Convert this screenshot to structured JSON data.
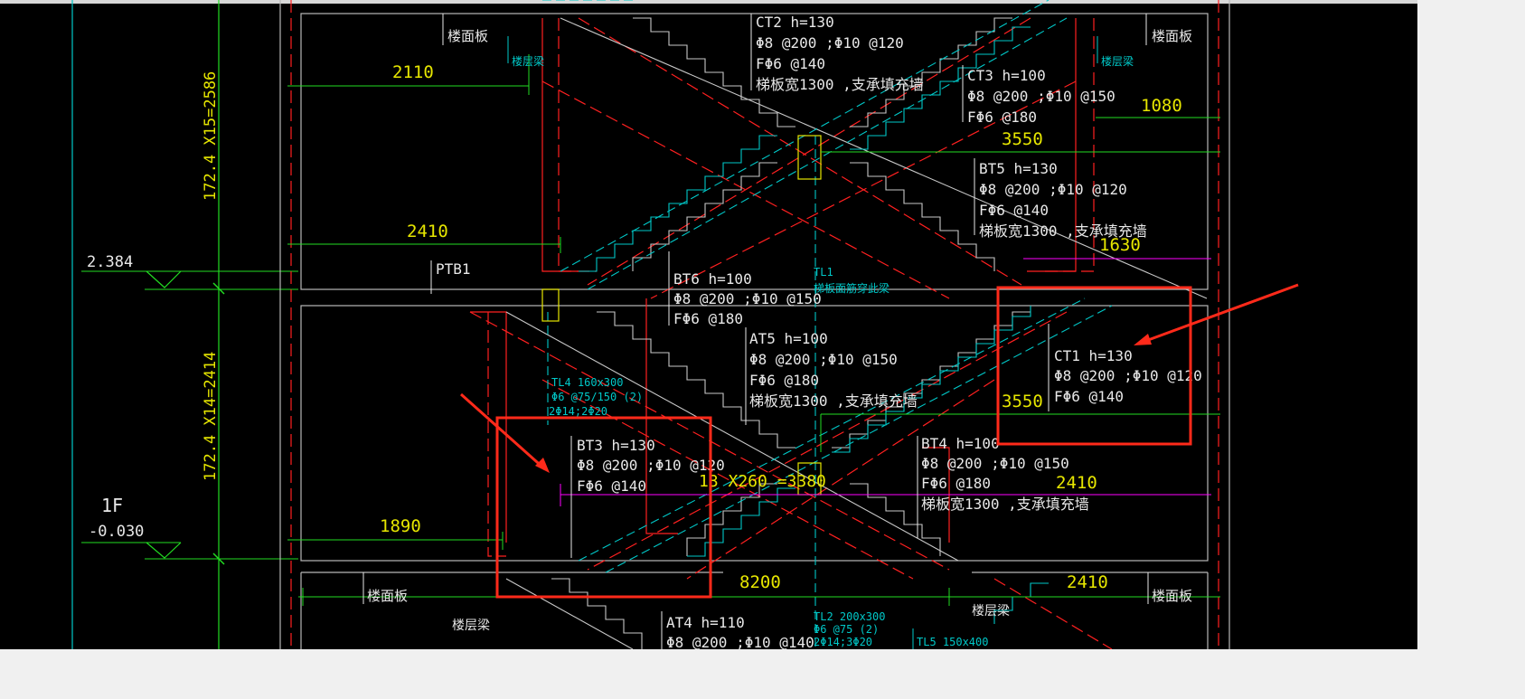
{
  "levels": {
    "upper_elev": "2.384",
    "floor_label": "1F",
    "floor_elev": "-0.030",
    "dim_upper": "172.4 X15=2586",
    "dim_lower": "172.4 X14=2414"
  },
  "dims": {
    "d2110": "2110",
    "d2410_left": "2410",
    "d1890": "1890",
    "d1080": "1080",
    "d3550_top": "3550",
    "d1630": "1630",
    "d3550_mid": "3550",
    "d2410_mid": "2410",
    "d8200": "8200",
    "d2410_bottom": "2410",
    "steps": "13 X260 =3380"
  },
  "labels": {
    "floor_slab": "楼面板",
    "floor_beam": "楼层梁",
    "ptb1": "PTB1",
    "tl1": [
      "TL1",
      "梯板面筋穿此梁"
    ],
    "tl4": [
      "TL4  160x300",
      "Φ6 @75/150 (2)",
      "2Φ14;2Φ20"
    ],
    "tl2": [
      "TL2  200x300",
      "Φ6 @75 (2)",
      "2Φ14;3Φ20"
    ],
    "tl5": "TL5  150x400"
  },
  "notes": {
    "ct2": [
      "CT2   h=130",
      "Φ8 @200 ;Φ10 @120",
      "FΦ6 @140",
      "梯板宽1300 ,支承填充墙"
    ],
    "ct3": [
      "CT3   h=100",
      "Φ8 @200 ;Φ10 @150",
      "FΦ6 @180"
    ],
    "bt5": [
      "BT5   h=130",
      "Φ8 @200 ;Φ10 @120",
      "FΦ6 @140",
      "梯板宽1300 ,支承填充墙"
    ],
    "bt6": [
      "BT6   h=100",
      "Φ8 @200 ;Φ10 @150",
      "FΦ6 @180"
    ],
    "at5": [
      "AT5   h=100",
      "Φ8 @200 ;Φ10 @150",
      "FΦ6 @180",
      "梯板宽1300 ,支承填充墙"
    ],
    "ct1": [
      "CT1   h=130",
      "Φ8 @200 ;Φ10 @120",
      "FΦ6 @140"
    ],
    "bt3": [
      "BT3   h=130",
      "Φ8 @200 ;Φ10 @120",
      "FΦ6 @140"
    ],
    "bt4": [
      "BT4   h=100",
      "Φ8 @200 ;Φ10 @150",
      "FΦ6 @180",
      "梯板宽1300 ,支承填充墙"
    ],
    "at4": [
      "AT4   h=110",
      "Φ8 @200 ;Φ10 @140"
    ]
  },
  "colors": {
    "green": "#22dd22",
    "yellow": "#e6e600",
    "red": "#ff2020",
    "cyan": "#00c8c8",
    "white": "#e8e8e8",
    "magenta": "#ff00ff",
    "gray": "#b8b8b8",
    "highlight": "#ff2a1a"
  }
}
